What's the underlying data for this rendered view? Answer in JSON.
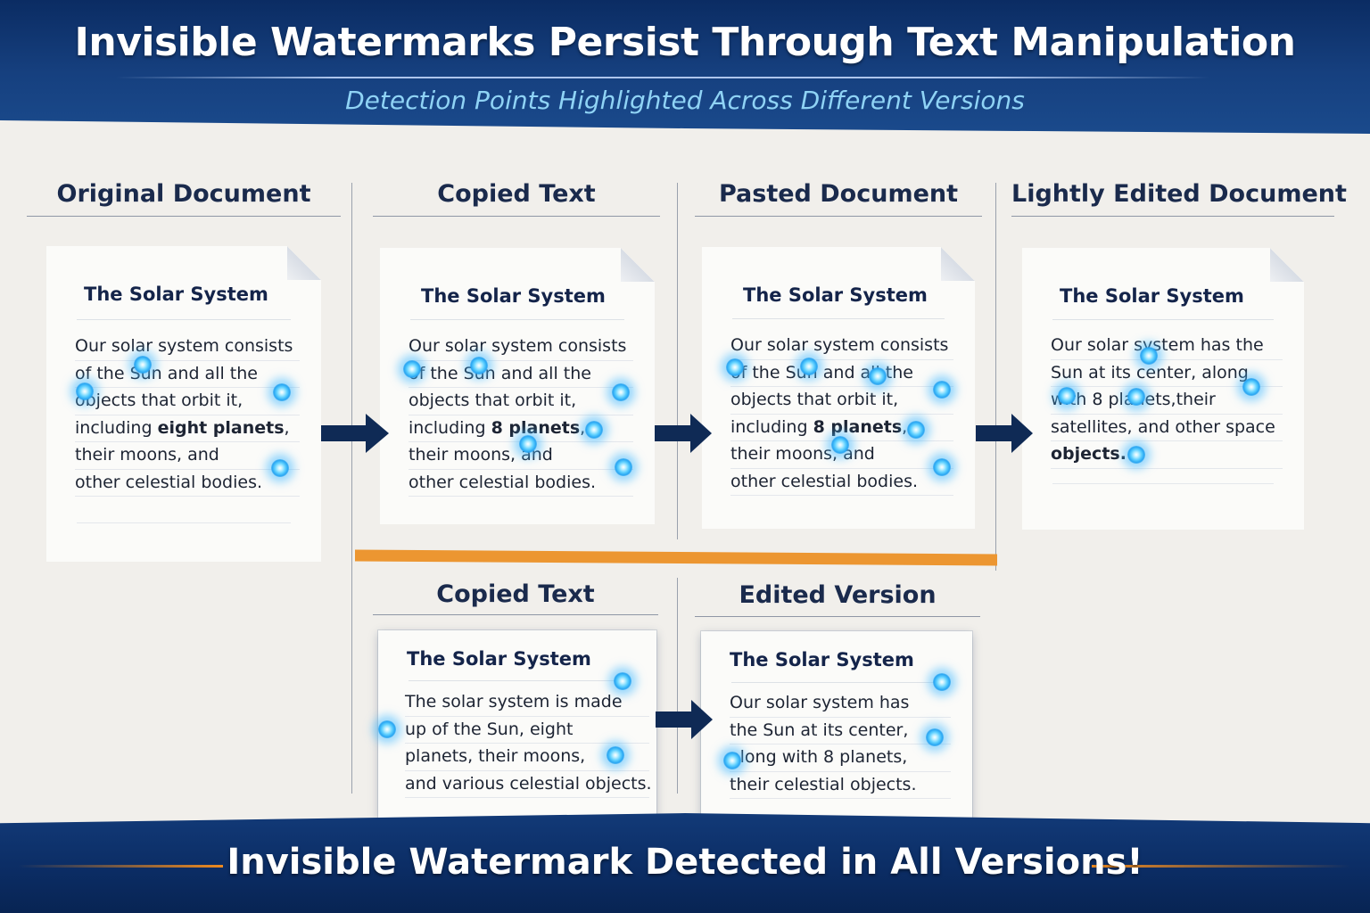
{
  "header": {
    "title": "Invisible Watermarks Persist Through Text Manipulation",
    "subtitle": "Detection Points Highlighted Across Different Versions"
  },
  "sections": {
    "original": {
      "heading": "Original Document",
      "doc_title": "The Solar System",
      "lines": [
        "Our solar system consists",
        "of the Sun and all the",
        "objects that orbit it,",
        "including eight planets,",
        "their moons, and",
        "other celestial bodies."
      ],
      "bold_phrase": "eight planets"
    },
    "copied": {
      "heading": "Copied Text",
      "doc_title": "The Solar System",
      "lines": [
        "Our solar system consists",
        "of the Sun and all the",
        "objects that orbit it,",
        "including 8 planets,",
        "their moons, and",
        "other celestial bodies."
      ],
      "bold_phrase": "8 planets"
    },
    "pasted": {
      "heading": "Pasted Document",
      "doc_title": "The Solar System",
      "lines": [
        "Our solar system consists",
        "of the Sun and all the",
        "objects that orbit it,",
        "including 8 planets,",
        "their moons, and",
        "other celestial bodies."
      ],
      "bold_phrase": "8 planets"
    },
    "lightly_edited": {
      "heading": "Lightly Edited Document",
      "doc_title": "The Solar System",
      "lines": [
        "Our solar system has the",
        "Sun at its center, along",
        "with 8 planets,their",
        "satellites, and other space",
        "objects."
      ],
      "bold_phrase": "objects."
    },
    "copied_2": {
      "heading": "Copied Text",
      "doc_title": "The Solar System",
      "lines": [
        "The solar system is made",
        "up of the Sun, eight",
        "planets, their moons,",
        "and various celestial objects."
      ],
      "bold_phrase": ""
    },
    "edited": {
      "heading": "Edited Version",
      "doc_title": "The Solar System",
      "lines": [
        "Our solar system has",
        "the Sun at its center,",
        "along with 8 planets,",
        "their celestial objects."
      ],
      "bold_phrase": ""
    }
  },
  "footer": {
    "message": "Invisible Watermark Detected in All Versions!"
  },
  "colors": {
    "header_bg": "#0b2c63",
    "subtitle": "#8fd3f5",
    "watermark_glow": "#2aa6f2",
    "divider_accent": "#ec9631",
    "arrow": "#0f2a55"
  }
}
